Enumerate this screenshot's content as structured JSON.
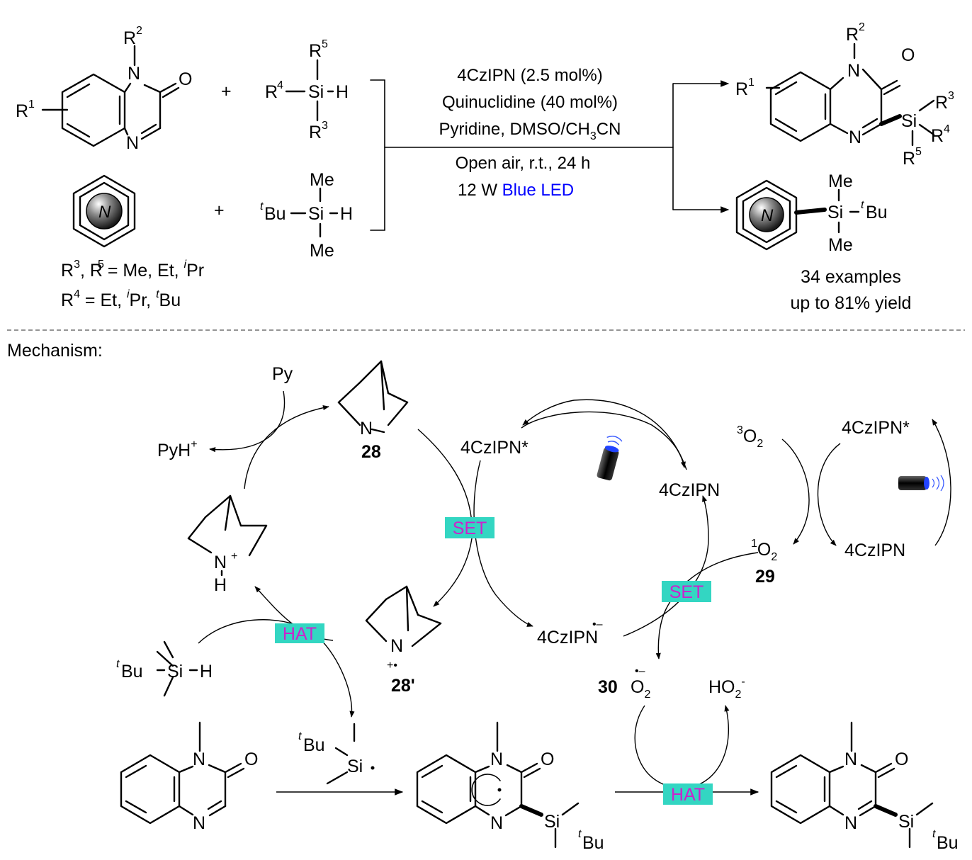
{
  "scheme": {
    "atoms": {
      "R": "R",
      "sup1": "1",
      "sup2": "2",
      "sup3": "3",
      "sup4": "4",
      "sup5": "5",
      "N": "N",
      "O": "O",
      "Si": "Si",
      "H": "H",
      "Me": "Me",
      "Bu": "Bu",
      "t": "t",
      "i": "i",
      "N_italic": "N"
    },
    "plus": "+",
    "conditions": {
      "line1": "4CzIPN (2.5 mol%)",
      "line2": "Quinuclidine (40 mol%)",
      "line3": "Pyridine, DMSO/CH",
      "line3_sub": "3",
      "line3_end": "CN",
      "line4": "Open air, r.t., 24 h",
      "line5_prefix": "12 W ",
      "line5_blue": "Blue LED"
    },
    "r3r5_def": ", R = Me, Et, ",
    "r3r5_pr": "Pr",
    "r4_def": " = Et, ",
    "r4_pr": "Pr, ",
    "r4_bu": "Bu",
    "examples": "34 examples",
    "yield": "up to 81% yield"
  },
  "mechanism": {
    "heading": "Mechanism:",
    "py": "Py",
    "pyh": "PyH",
    "plus_charge": "+",
    "label_28": "28",
    "label_28p": "28'",
    "label_29": "29",
    "label_30": "30",
    "cat_excited": "4CzIPN*",
    "cat": "4CzIPN",
    "o2": "O",
    "o2_sub": "2",
    "ho2": "HO",
    "ho2_sub": "2",
    "ho2_sup": "-",
    "radical_anion": "•–",
    "radical_cation": "+•",
    "set_label": "SET",
    "hat_label": "HAT"
  },
  "colors": {
    "tag_bg": "#33d6c2",
    "tag_text": "#cc22cc",
    "blue_led": "#0000ff"
  }
}
